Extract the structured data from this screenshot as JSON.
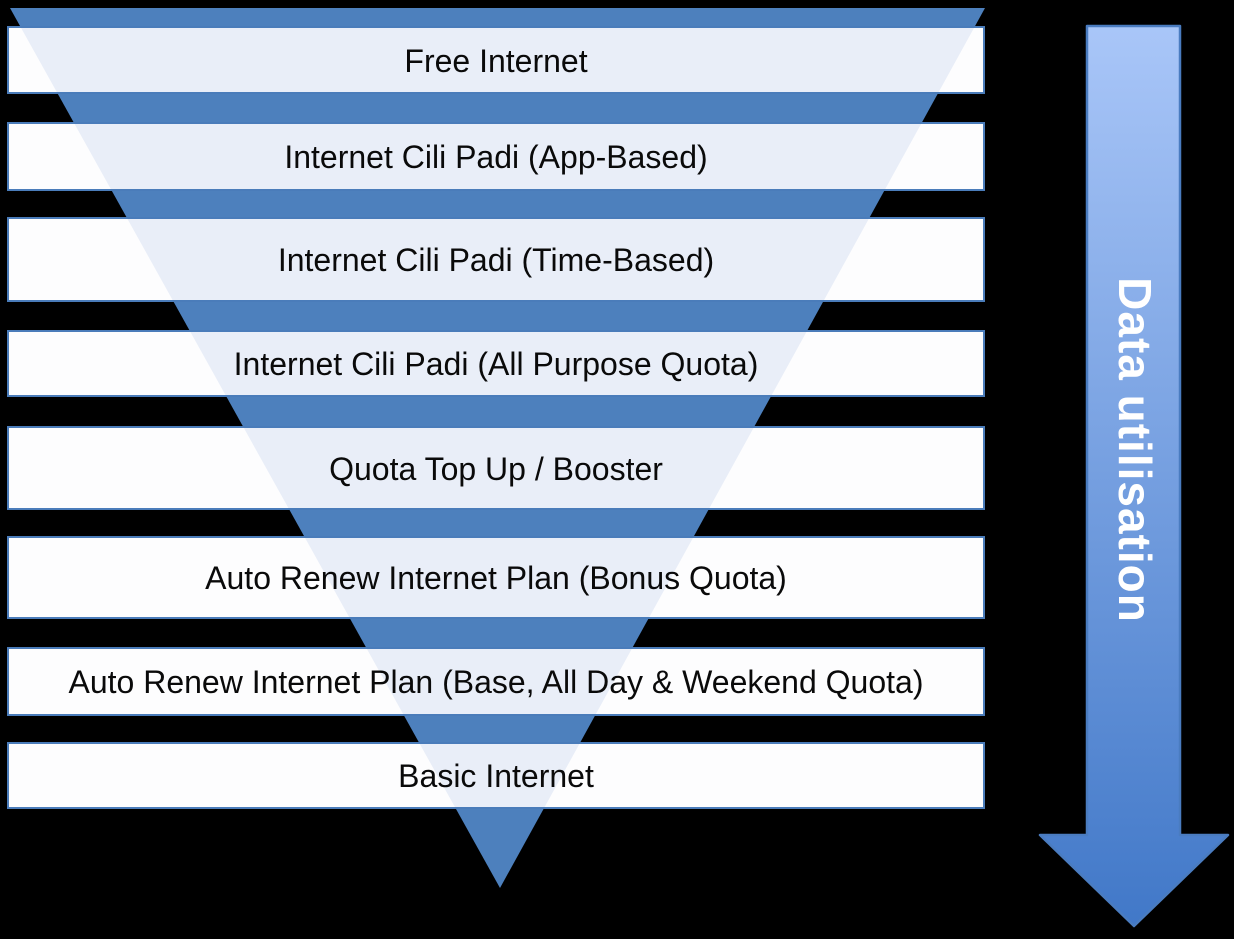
{
  "page": {
    "background_color": "#000000"
  },
  "funnel": {
    "levels": [
      "Free Internet",
      "Internet Cili Padi (App-Based)",
      "Internet Cili Padi (Time-Based)",
      "Internet Cili Padi (All Purpose Quota)",
      "Quota Top Up / Booster",
      "Auto Renew Internet Plan (Bonus Quota)",
      "Auto Renew Internet Plan (Base, All Day & Weekend Quota)",
      "Basic Internet"
    ],
    "colors": {
      "triangle": "#4d80bd",
      "bar_fill": "#fdfdfe",
      "bar_tint": "#e9eef8",
      "bar_border": "#4a7cba",
      "label_text": "#0a0a0a"
    }
  },
  "arrow": {
    "label": "Data utilisation",
    "colors": {
      "gradient_top": "#a9c6f8",
      "gradient_bottom": "#4178c8",
      "border": "#4a7cc0",
      "text": "#ffffff"
    }
  }
}
